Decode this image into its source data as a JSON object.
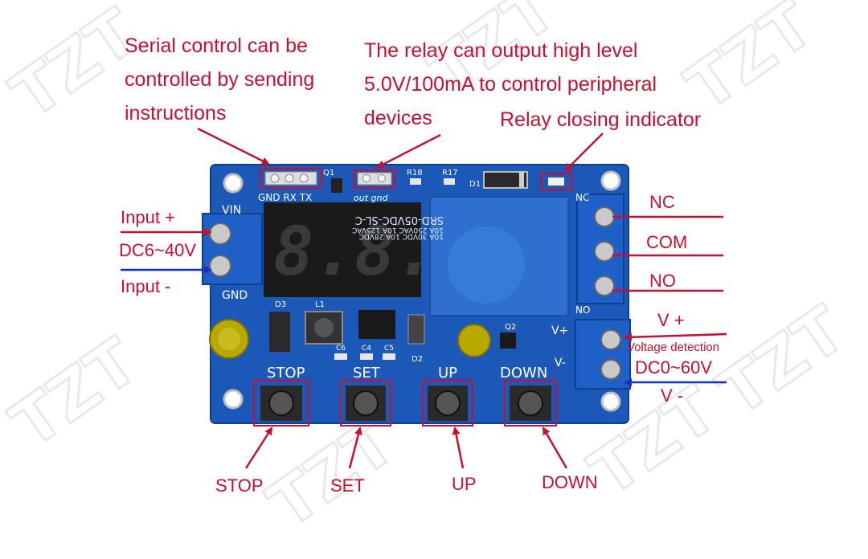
{
  "annotations": {
    "serial_control": [
      "Serial control can be",
      "controlled by sending",
      "instructions"
    ],
    "relay_output": [
      "The relay can output high level",
      "5.0V/100mA to control peripheral",
      "devices"
    ],
    "relay_indicator": "Relay closing indicator",
    "input_plus": "Input +",
    "input_range": "DC6~40V",
    "input_minus": "Input -",
    "nc": "NC",
    "com": "COM",
    "no": "NO",
    "v_plus": "V +",
    "voltage_detection": "Voltage detection",
    "detect_range": "DC0~60V",
    "v_minus": "V -",
    "stop": "STOP",
    "set": "SET",
    "up": "UP",
    "down": "DOWN"
  },
  "board": {
    "serial_pins": "GND RX TX",
    "out_pins": "out gnd",
    "vin": "VIN",
    "gnd": "GND",
    "nc": "NC",
    "no": "NO",
    "vplus": "V+",
    "vminus": "V-",
    "btn_stop": "STOP",
    "btn_set": "SET",
    "btn_up": "UP",
    "btn_down": "DOWN",
    "display": "8.8.8",
    "relay_model": "SRD-05VDC-SL-C",
    "relay_spec1": "10A 250VAC  10A 125VAC",
    "relay_spec2": "10A 30VDC  10A 28VDC",
    "q1": "Q1",
    "r18": "R18",
    "r17": "R17",
    "d1": "D1",
    "d2": "D2",
    "d3": "D3",
    "l1": "L1",
    "q2": "Q2",
    "c6": "C6",
    "c4": "C4",
    "c5": "C5"
  },
  "watermark": "TZT",
  "colors": {
    "annotation": "#c8102e",
    "pcb": "#1c58b8",
    "arrow_in": "#1530c8"
  }
}
